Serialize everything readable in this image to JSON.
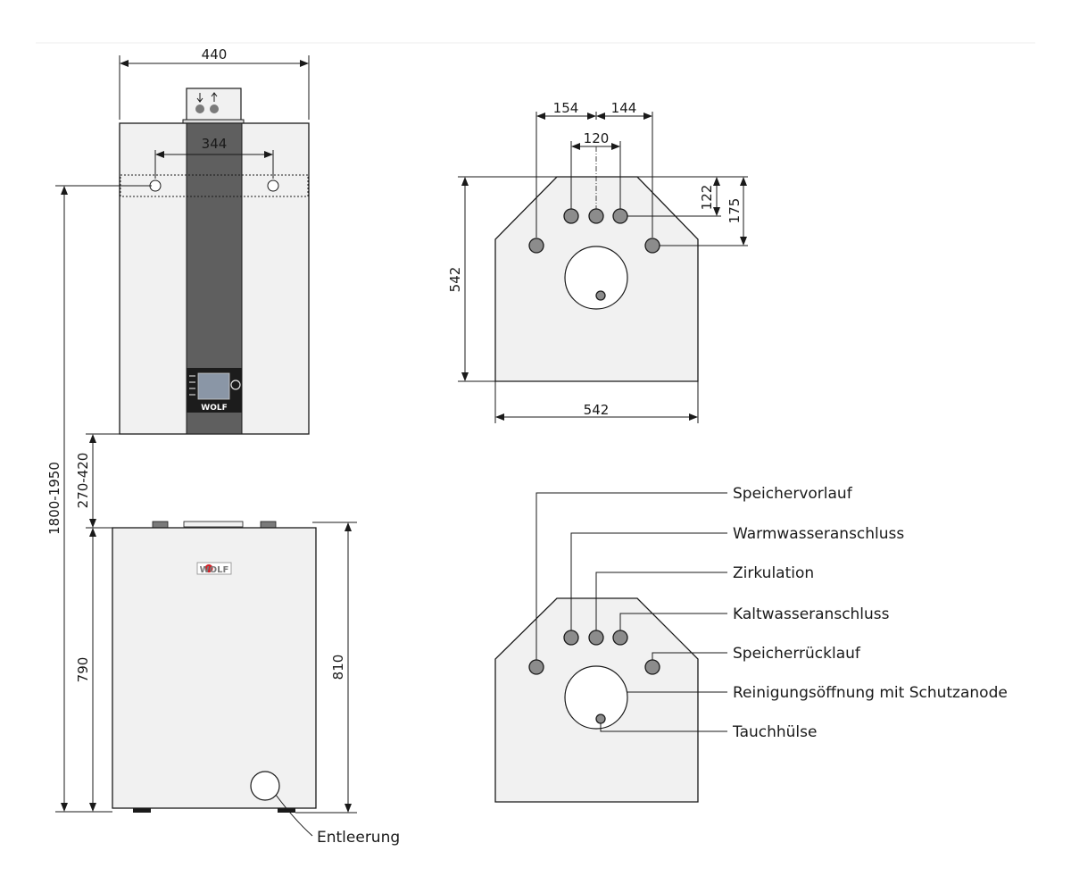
{
  "dimensions": {
    "boiler_width": "440",
    "boiler_hole_spacing": "344",
    "total_height": "1800-1950",
    "gap": "270-420",
    "tank_height_left": "790",
    "tank_height_right": "810",
    "top_spacing_left": "154",
    "top_spacing_right": "144",
    "top_spacing_center": "120",
    "top_depth_a": "122",
    "top_depth_b": "175",
    "top_height": "542",
    "top_width": "542"
  },
  "logo": {
    "text": "WOLF"
  },
  "labels": {
    "entleerung": "Entleerung",
    "speichervorlauf": "Speichervorlauf",
    "warmwasser": "Warmwasseranschluss",
    "zirkulation": "Zirkulation",
    "kaltwasser": "Kaltwasseranschluss",
    "speicherruecklauf": "Speicherrücklauf",
    "reinigung": "Reinigungsöffnung mit Schutzanode",
    "tauchhuelse": "Tauchhülse"
  },
  "colors": {
    "body_fill": "#f1f1f1",
    "center_strip": "#5f5f5f",
    "port_fill": "#8c8c8c",
    "logo_red": "#d2232a"
  }
}
